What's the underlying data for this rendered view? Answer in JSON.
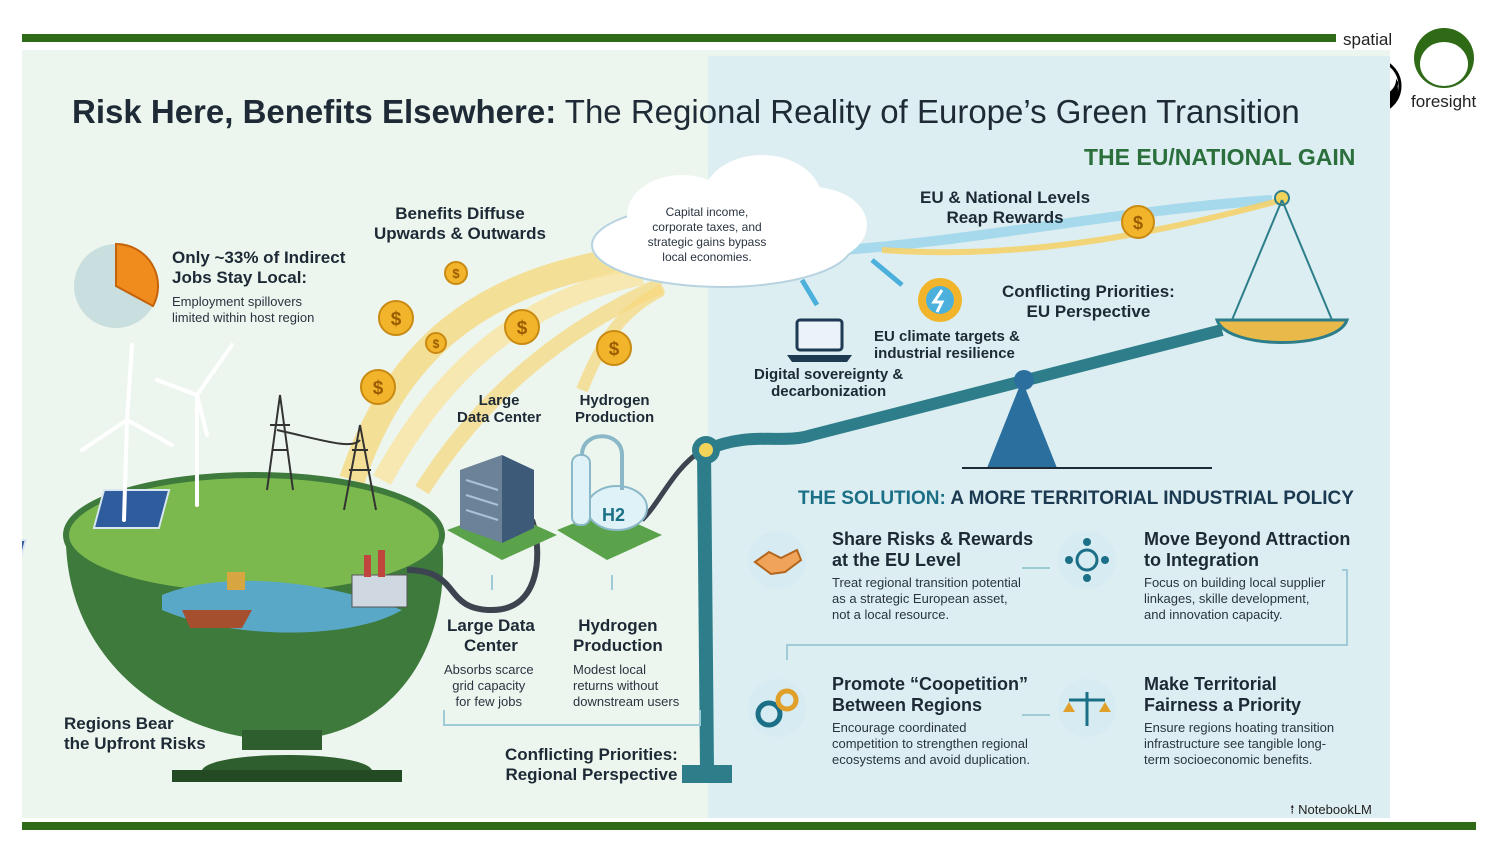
{
  "header": {
    "title_bold": "Risk Here, Benefits Elsewhere:",
    "title_rest": " The Regional Reality of Europe’s Green Transition"
  },
  "logo": {
    "word_top": "spatial",
    "word_bottom": "foresight"
  },
  "eu_gain": {
    "heading": "THE EU/NATIONAL GAIN",
    "reap": "EU & National Levels\nReap Rewards",
    "eu_perspective": "Conflicting Priorities:\nEU Perspective",
    "climate": "EU climate targets &\nindustrial resilience",
    "digital": "Digital sovereignty &\ndecarbonization"
  },
  "flows": {
    "cloud_text": "Capital income,\ncorporate taxes, and\nstrategic gains bypass\nlocal economies.",
    "diffuse": "Benefits Diffuse\nUpwards & Outwards"
  },
  "left": {
    "jobs_heading": "Only ~33% of Indirect\nJobs Stay Local:",
    "jobs_body": "Employment spillovers\nlimited within host region",
    "jobs_share_local": 0.33,
    "regions_risk": "Regions Bear\nthe Upfront Risks"
  },
  "facilities": {
    "data_center_top": "Large\nData Center",
    "hydrogen_top": "Hydrogen\nProduction",
    "h2_label": "H2",
    "data_center_title": "Large Data\nCenter",
    "data_center_body": "Absorbs scarce\ngrid capacity\nfor few jobs",
    "hydrogen_title": "Hydrogen\nProduction",
    "hydrogen_body": "Modest local\nreturns without\ndownstream users",
    "regional_perspective": "Conflicting Priorities:\nRegional Perspective"
  },
  "solution": {
    "heading_accent": "THE SOLUTION:",
    "heading_rest": " A MORE TERRITORIAL INDUSTRIAL POLICY",
    "cards": [
      {
        "title": "Share Risks & Rewards\nat the EU Level",
        "body": "Treat regional transition potential\nas a strategic European asset,\nnot a local resource.",
        "icon": "handshake-icon"
      },
      {
        "title": "Move Beyond Attraction\nto Integration",
        "body": "Focus on building local supplier\nlinkages, skille development,\nand innovation capacity.",
        "icon": "network-icon"
      },
      {
        "title": "Promote “Coopetition”\nBetween Regions",
        "body": "Encourage coordinated\ncompetition to strengthen regional\necosystems and avoid duplication.",
        "icon": "gears-icon"
      },
      {
        "title": "Make Territorial\nFairness a Priority",
        "body": "Ensure regions hoating transition\ninfrastructure see tangible long-\nterm socioeconomic benefits.",
        "icon": "scales-icon"
      }
    ]
  },
  "footer": {
    "credit": "NotebookLM"
  },
  "colors": {
    "brand_green": "#2f6a17",
    "accent_teal": "#1b6f86",
    "coin_gold": "#f2b42b",
    "flow_yellow": "#f6d77a"
  }
}
